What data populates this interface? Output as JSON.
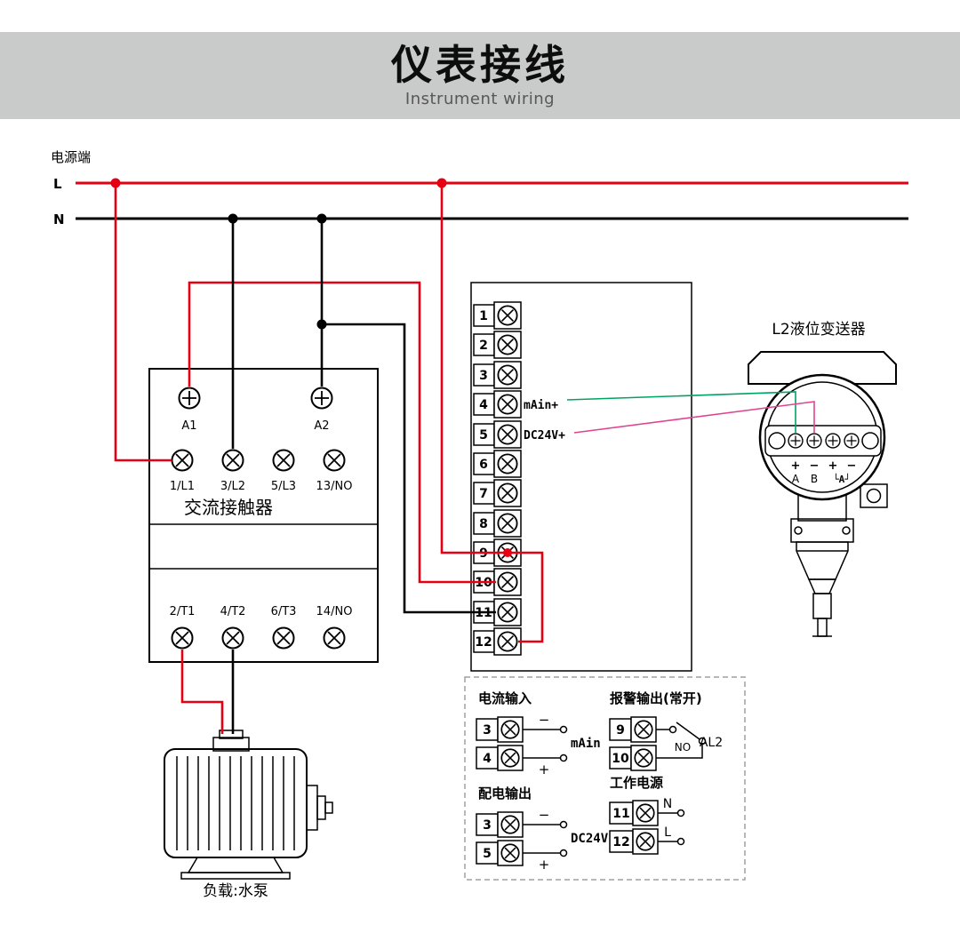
{
  "header": {
    "title": "仪表接线",
    "subtitle": "Instrument wiring"
  },
  "power": {
    "section_label": "电源端",
    "l_label": "L",
    "n_label": "N"
  },
  "contactor": {
    "name": "交流接触器",
    "coil_terminals": [
      "A1",
      "A2"
    ],
    "input_terminals": [
      "1/L1",
      "3/L2",
      "5/L3",
      "13/NO"
    ],
    "output_terminals": [
      "2/T1",
      "4/T2",
      "6/T3",
      "14/NO"
    ]
  },
  "terminal_block": {
    "numbers": [
      "1",
      "2",
      "3",
      "4",
      "5",
      "6",
      "7",
      "8",
      "9",
      "10",
      "11",
      "12"
    ],
    "label_t4": "mAin+",
    "label_t5": "DC24V+"
  },
  "transmitter": {
    "title": "L2液位变送器",
    "polarity": [
      "+",
      "−",
      "+",
      "−"
    ],
    "pin_a": "A",
    "pin_b": "B",
    "pin_loop": "└A┘"
  },
  "motor": {
    "label": "负载:水泵"
  },
  "legend": {
    "current_input": {
      "title": "电流输入",
      "top_no": "3",
      "bottom_no": "4",
      "top_sign": "−",
      "bottom_sign": "+",
      "signal": "mAin"
    },
    "alarm_output": {
      "title": "报警输出(常开)",
      "top_no": "9",
      "bottom_no": "10",
      "switch_label": "NO",
      "alarm_label": "AL2"
    },
    "dc_output": {
      "title": "配电输出",
      "top_no": "3",
      "bottom_no": "5",
      "top_sign": "−",
      "bottom_sign": "+",
      "signal": "DC24V"
    },
    "working_power": {
      "title": "工作电源",
      "top_no": "11",
      "bottom_no": "12",
      "top_sign": "N",
      "bottom_sign": "L"
    }
  },
  "colors": {
    "live_wire": "#e60012",
    "neutral_wire": "#000000",
    "signal_green": "#00a364",
    "signal_pink": "#e0448f",
    "header_band": "#c9caca"
  }
}
